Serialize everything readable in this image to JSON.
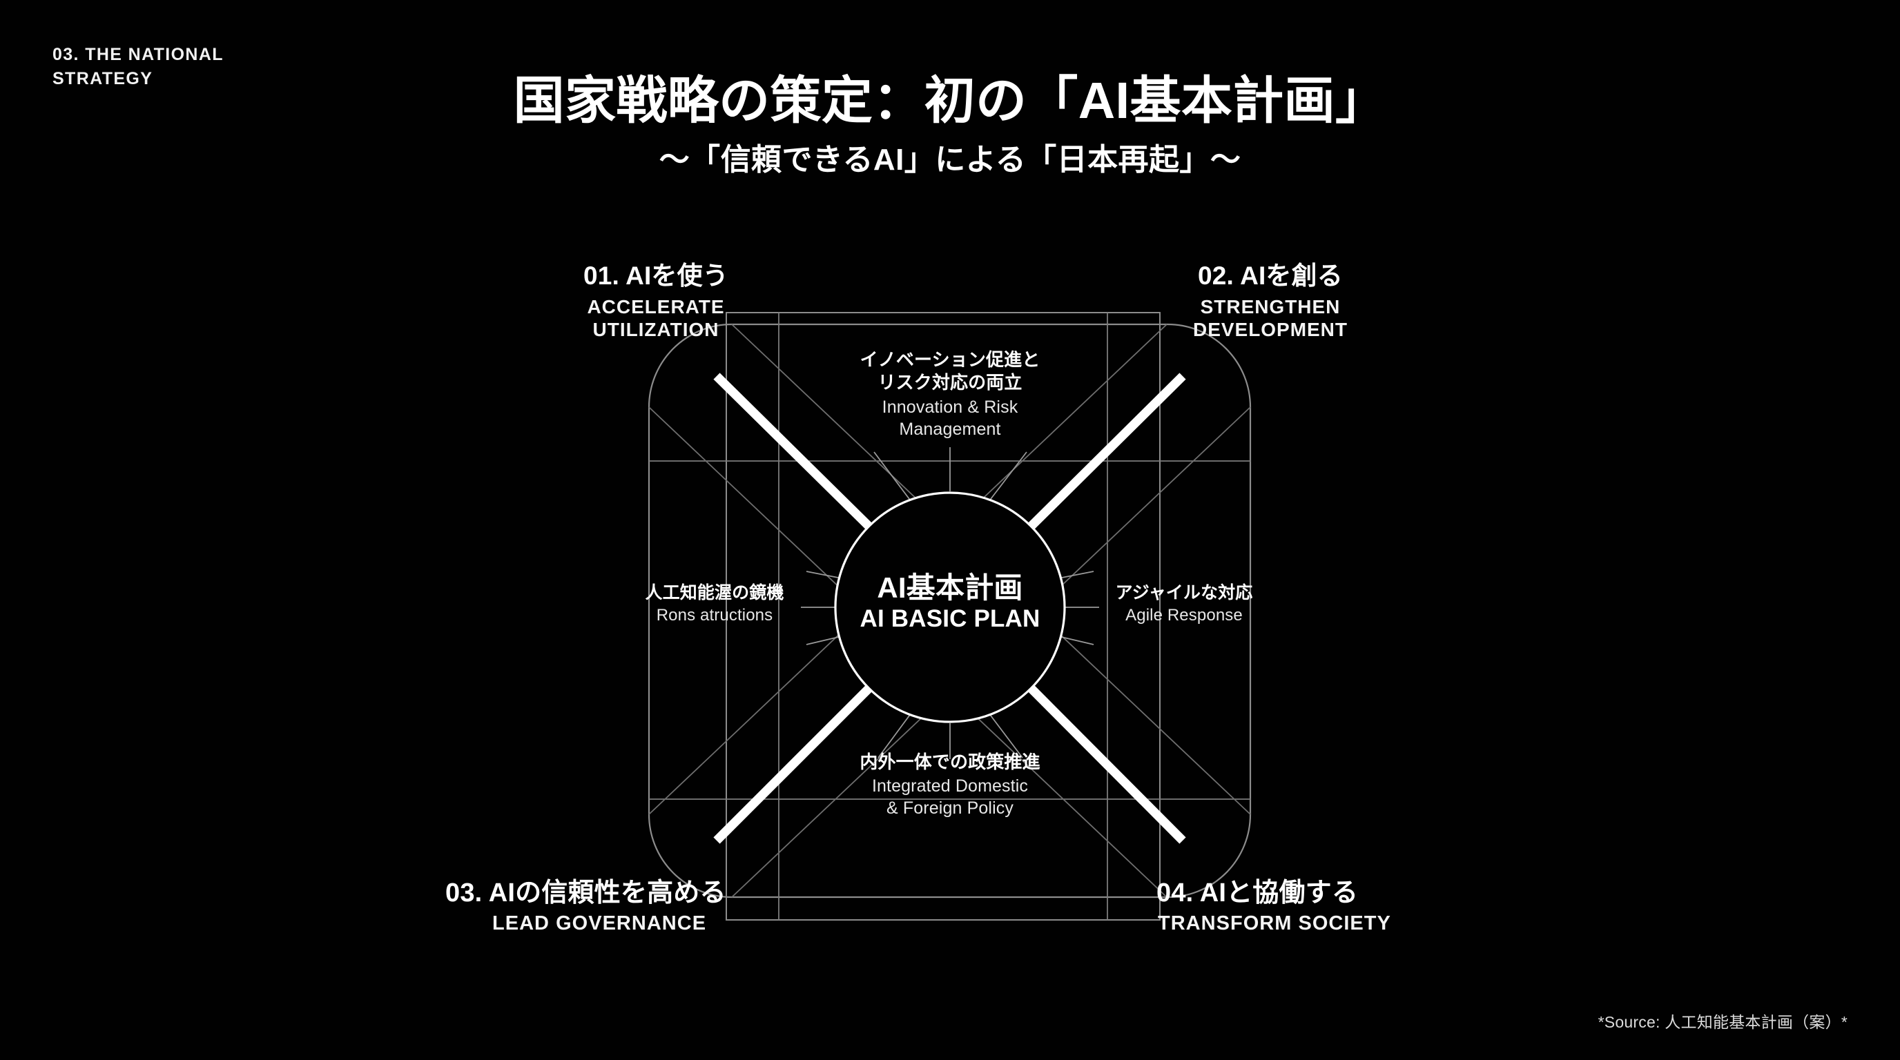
{
  "slide": {
    "background_color": "#010101",
    "text_color": "#ffffff",
    "eyebrow": "03. THE NATIONAL\nSTRATEGY",
    "title": "国家戦略の策定：初の「AI基本計画」",
    "subtitle": "〜「信頼できるAI」による「日本再起」〜",
    "footer": "*Source: 人工知能基本計画（案）*"
  },
  "center": {
    "jp": "AI基本計画",
    "en": "AI BASIC PLAN"
  },
  "quadrants": [
    {
      "id": "accelerate-utilization",
      "number_label": "01. AIを使う",
      "en": "ACCELERATE\nUTILIZATION",
      "position": "top-left"
    },
    {
      "id": "strengthen-development",
      "number_label": "02. AIを創る",
      "en": "STRENGTHEN\nDEVELOPMENT",
      "position": "top-right"
    },
    {
      "id": "lead-governance",
      "number_label": "03. AIの信頼性を高める",
      "en": "LEAD GOVERNANCE",
      "position": "bottom-left"
    },
    {
      "id": "transform-society",
      "number_label": "04. AIと協働する",
      "en": "TRANSFORM SOCIETY",
      "position": "bottom-right"
    }
  ],
  "pillars": [
    {
      "id": "innovation-risk",
      "jp": "イノベーション促進と\nリスク対応の両立",
      "en": "Innovation & Risk\nManagement",
      "position": "top"
    },
    {
      "id": "agile-response",
      "jp": "アジャイルな対応",
      "en": "Agile Response",
      "position": "right"
    },
    {
      "id": "integrated-policy",
      "jp": "内外一体での政策推進",
      "en": "Integrated Domestic\n& Foreign Policy",
      "position": "bottom"
    },
    {
      "id": "ai-foundation",
      "jp": "人工知能渥の鏡機",
      "en": "Rons atructions",
      "position": "left"
    }
  ]
}
